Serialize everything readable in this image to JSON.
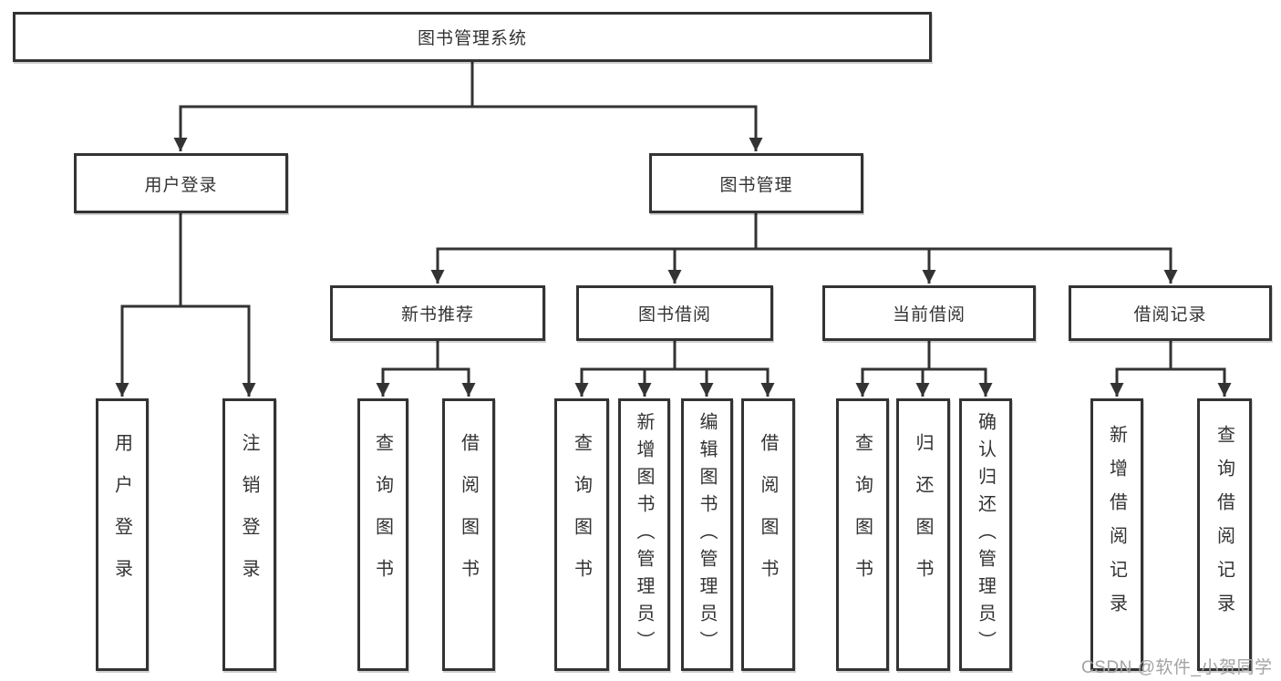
{
  "diagram": {
    "type": "hierarchy",
    "root": {
      "label": "图书管理系统"
    },
    "level2": [
      {
        "id": "user_login",
        "label": "用户登录",
        "parent": "图书管理系统"
      },
      {
        "id": "book_mgmt",
        "label": "图书管理",
        "parent": "图书管理系统"
      }
    ],
    "level3": [
      {
        "id": "new_book_rec",
        "label": "新书推荐",
        "parent": "图书管理"
      },
      {
        "id": "book_borrow",
        "label": "图书借阅",
        "parent": "图书管理"
      },
      {
        "id": "current_borrow",
        "label": "当前借阅",
        "parent": "图书管理"
      },
      {
        "id": "borrow_records",
        "label": "借阅记录",
        "parent": "图书管理"
      }
    ],
    "leaves": [
      {
        "label": "用户登录",
        "parent": "用户登录"
      },
      {
        "label": "注销登录",
        "parent": "用户登录"
      },
      {
        "label": "查询图书",
        "parent": "新书推荐"
      },
      {
        "label": "借阅图书",
        "parent": "新书推荐"
      },
      {
        "label": "查询图书",
        "parent": "图书借阅"
      },
      {
        "label": "新增图书（管理员）",
        "parent": "图书借阅"
      },
      {
        "label": "编辑图书（管理员）",
        "parent": "图书借阅"
      },
      {
        "label": "借阅图书",
        "parent": "图书借阅"
      },
      {
        "label": "查询图书",
        "parent": "当前借阅"
      },
      {
        "label": "归还图书",
        "parent": "当前借阅"
      },
      {
        "label": "确认归还（管理员）",
        "parent": "当前借阅"
      },
      {
        "label": "新增借阅记录",
        "parent": "借阅记录"
      },
      {
        "label": "查询借阅记录",
        "parent": "借阅记录"
      }
    ]
  },
  "watermark": {
    "text": "CSDN @软件_小贺同学"
  },
  "colors": {
    "line": "#333333",
    "box_border": "#333333",
    "text": "#333333",
    "watermark": "#a3a3a3",
    "background": "#ffffff"
  }
}
